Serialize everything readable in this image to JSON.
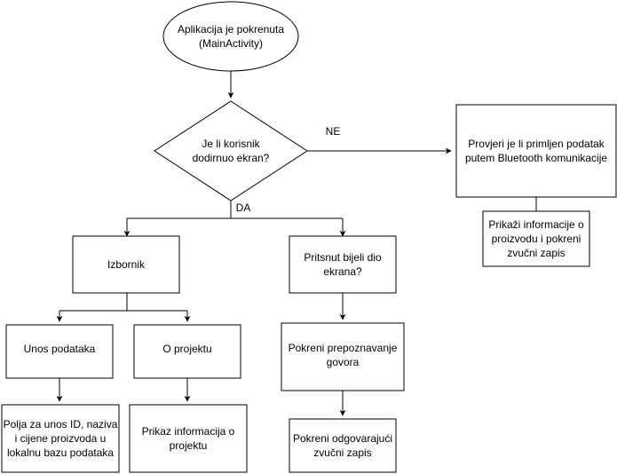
{
  "nodes": {
    "start": "Aplikacija je pokrenuta\n(MainActivity)",
    "decision_touch": "Je li korisnik\ndodirnuo ekran?",
    "bluetooth_check": "Provjeri je li primljen podatak\nputem Bluetooth komunikacije",
    "show_product_info": "Prikaži informacije o\nproizvodu i pokreni\nzvučni zapis",
    "menu": "Izbornik",
    "white_part_pressed": "Pritsnut bijeli dio\nekrana?",
    "data_entry": "Unos podataka",
    "about_project": "O projektu",
    "speech_recognition": "Pokreni prepoznavanje\ngovora",
    "entry_fields": "Polja za unos ID, naziva\ni cijene proizvoda u\nlokalnu bazu podataka",
    "project_info": "Prikaz informacija o\nprojektu",
    "play_sound": "Pokreni odgovarajući\nzvučni zapis"
  },
  "edge_labels": {
    "no": "NE",
    "yes": "DA"
  },
  "colors": {
    "stroke": "#000000",
    "fill": "#ffffff",
    "text": "#000000"
  }
}
